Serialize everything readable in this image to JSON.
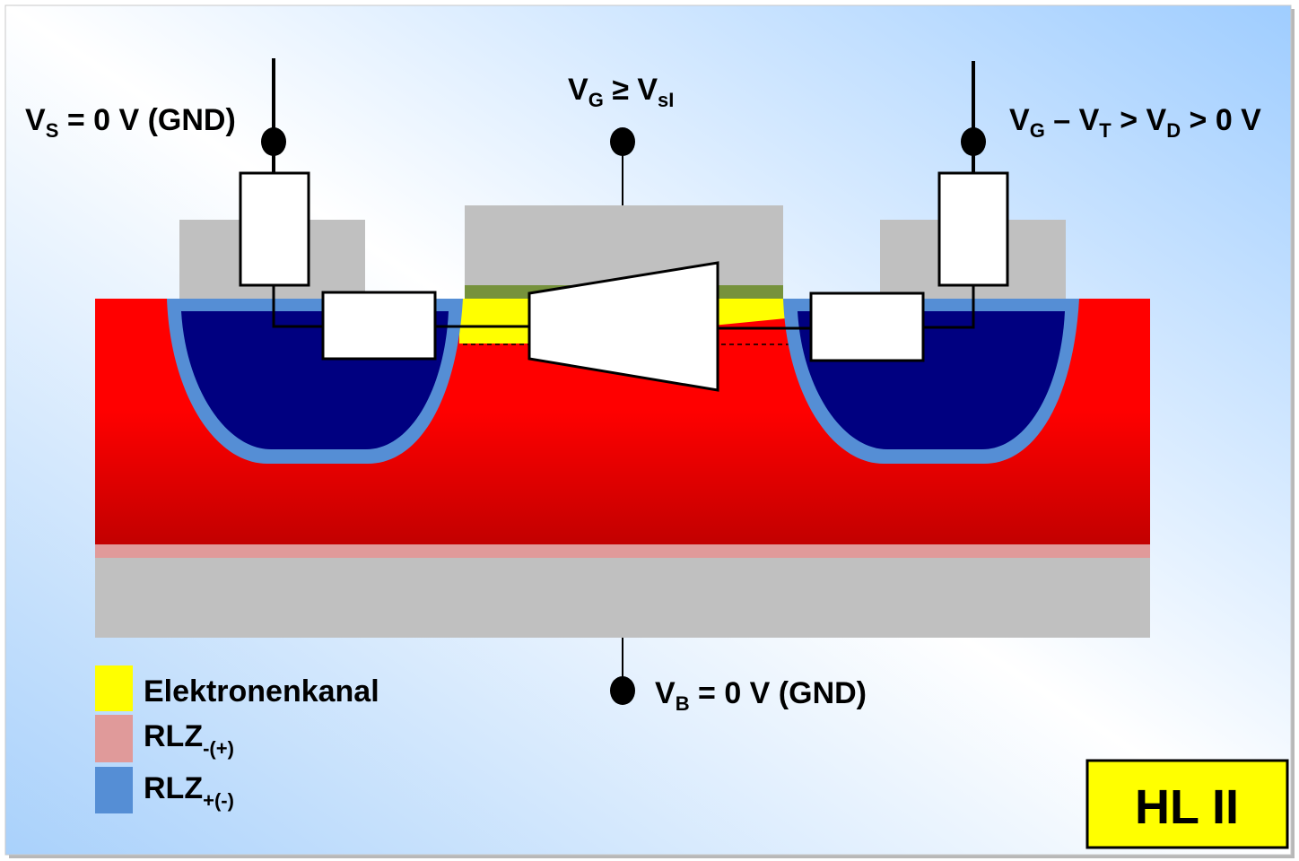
{
  "labels": {
    "source": {
      "v": "V",
      "sub": "S",
      "rest": " = 0 V (GND)"
    },
    "gate": {
      "v": "V",
      "sub": "G",
      "mid": " ≥ V",
      "sub2": "sI"
    },
    "drain": {
      "v": "V",
      "sub1": "G",
      "mid1": " – V",
      "sub2": "T",
      "mid2": " > V",
      "sub3": "D",
      "rest": " > 0 V"
    },
    "bulk": {
      "v": "V",
      "sub": "B",
      "rest": " = 0 V (GND)"
    }
  },
  "legend": [
    {
      "label": "Elektronenkanal",
      "sub": "",
      "color": "#ffff00"
    },
    {
      "label": "RLZ",
      "sub": "-(+)",
      "color": "#e09a9a"
    },
    {
      "label": "RLZ",
      "sub": "+(-)",
      "color": "#558ed5"
    }
  ],
  "badge": {
    "text": "HL II",
    "color": "#ffff00"
  },
  "colors": {
    "substrate": "#ff0000",
    "well_fill": "#000080",
    "well_border": "#558ed5",
    "metal": "#c0c0c0",
    "oxide": "#76923c",
    "channel": "#ffff00",
    "rlz_stripe": "#e09a9a"
  }
}
